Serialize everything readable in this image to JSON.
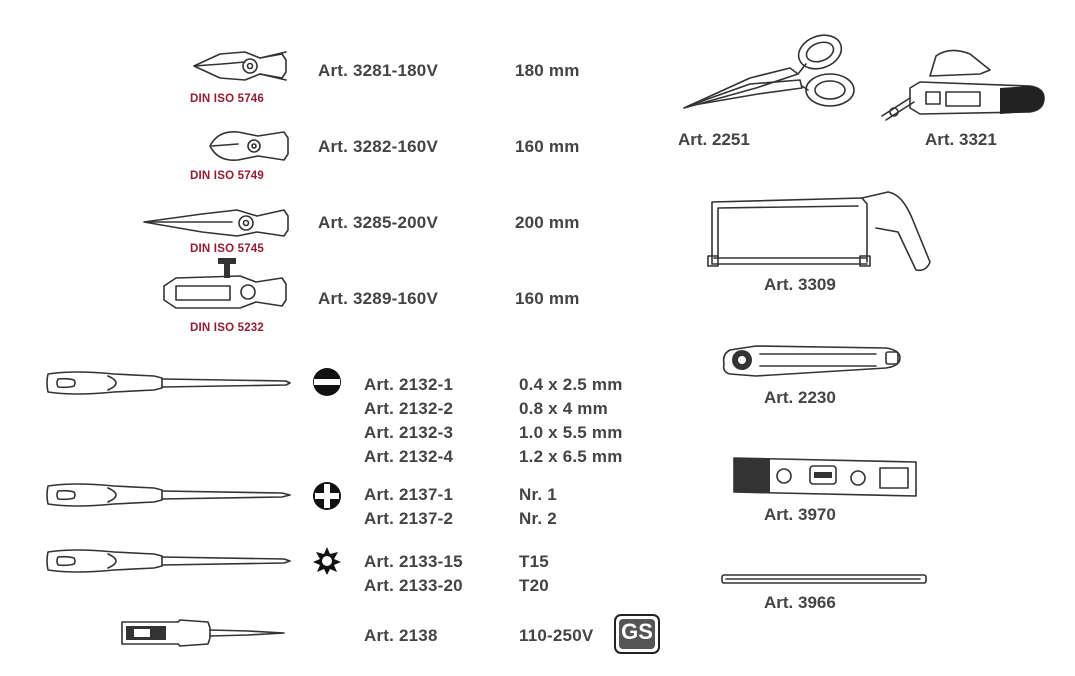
{
  "pliers": [
    {
      "art": "Art. 3281-180V",
      "size": "180 mm",
      "din": "DIN ISO 5746"
    },
    {
      "art": "Art. 3282-160V",
      "size": "160 mm",
      "din": "DIN ISO 5749"
    },
    {
      "art": "Art. 3285-200V",
      "size": "200 mm",
      "din": "DIN ISO 5745"
    },
    {
      "art": "Art. 3289-160V",
      "size": "160 mm",
      "din": "DIN ISO 5232"
    }
  ],
  "screwdrivers": {
    "slotted": [
      {
        "art": "Art. 2132-1",
        "size": "0.4 x 2.5 mm"
      },
      {
        "art": "Art. 2132-2",
        "size": "0.8 x 4 mm"
      },
      {
        "art": "Art. 2132-3",
        "size": "1.0 x 5.5 mm"
      },
      {
        "art": "Art. 2132-4",
        "size": "1.2 x 6.5 mm"
      }
    ],
    "phillips": [
      {
        "art": "Art. 2137-1",
        "size": "Nr. 1"
      },
      {
        "art": "Art. 2137-2",
        "size": "Nr. 2"
      }
    ],
    "torx": [
      {
        "art": "Art. 2133-15",
        "size": "T15"
      },
      {
        "art": "Art. 2133-20",
        "size": "T20"
      }
    ]
  },
  "tester": {
    "art": "Art. 2138",
    "size": "110-250V",
    "badge": "GS"
  },
  "right_tools": {
    "scissors": "Art. 2251",
    "knife": "Art. 3321",
    "saw": "Art. 3309",
    "stripper": "Art. 2230",
    "level": "Art. 3970",
    "blade": "Art. 3966"
  },
  "icons": [
    "pliers-combination-icon",
    "side-cutter-icon",
    "needle-nose-pliers-icon",
    "wire-stripper-pliers-icon",
    "screwdriver-icon",
    "slotted-tip-icon",
    "phillips-tip-icon",
    "torx-tip-icon",
    "voltage-tester-icon",
    "gs-badge-icon",
    "scissors-icon",
    "utility-knife-icon",
    "hacksaw-icon",
    "cable-stripper-icon",
    "spirit-level-icon",
    "saw-blade-icon"
  ]
}
